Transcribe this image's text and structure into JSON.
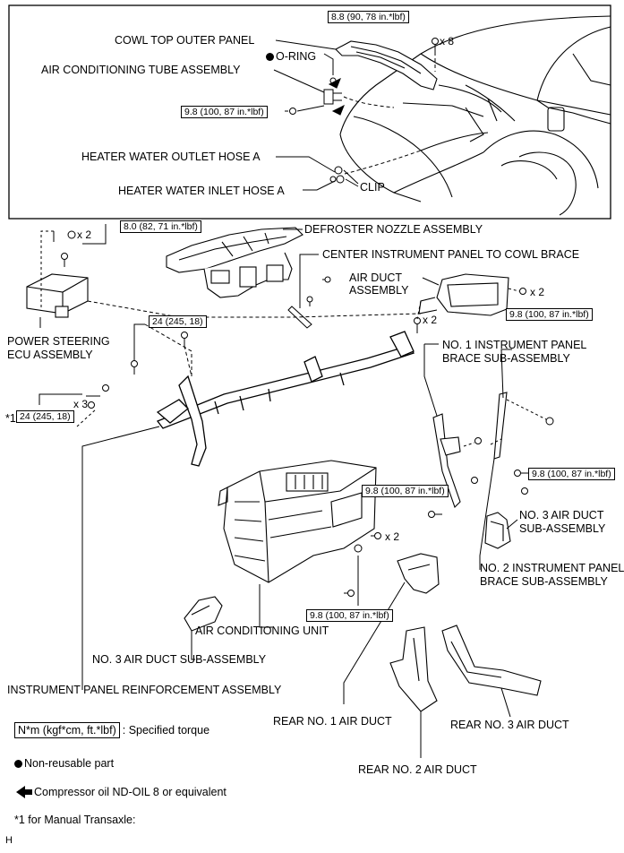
{
  "labels": {
    "cowl_top_outer_panel": "COWL TOP OUTER PANEL",
    "o_ring": "O-RING",
    "ac_tube_assembly": "AIR CONDITIONING TUBE ASSEMBLY",
    "heater_water_outlet_hose_a": "HEATER WATER OUTLET HOSE A",
    "heater_water_inlet_hose_a": "HEATER WATER INLET HOSE A",
    "clip": "CLIP",
    "defroster_nozzle_assembly": "DEFROSTER NOZZLE ASSEMBLY",
    "center_ip_to_cowl_brace": "CENTER INSTRUMENT PANEL TO COWL BRACE",
    "air_duct_assembly_line1": "AIR DUCT",
    "air_duct_assembly_line2": "ASSEMBLY",
    "power_steering_ecu_line1": "POWER STEERING",
    "power_steering_ecu_line2": "ECU ASSEMBLY",
    "no1_ip_brace_line1": "NO. 1 INSTRUMENT PANEL",
    "no1_ip_brace_line2": "BRACE SUB-ASSEMBLY",
    "no3_air_duct_right_line1": "NO. 3 AIR DUCT",
    "no3_air_duct_right_line2": "SUB-ASSEMBLY",
    "no2_ip_brace_line1": "NO. 2 INSTRUMENT PANEL",
    "no2_ip_brace_line2": "BRACE SUB-ASSEMBLY",
    "air_conditioning_unit": "AIR CONDITIONING UNIT",
    "no3_air_duct_left": "NO. 3 AIR DUCT SUB-ASSEMBLY",
    "ip_reinforcement": "INSTRUMENT PANEL REINFORCEMENT ASSEMBLY",
    "rear_no1_air_duct": "REAR NO. 1 AIR DUCT",
    "rear_no3_air_duct": "REAR NO. 3 AIR DUCT",
    "rear_no2_air_duct": "REAR NO. 2 AIR DUCT",
    "star1": "*1"
  },
  "torques": {
    "t_cowl": "8.8 (90, 78 in.*lbf)",
    "t_tube": "9.8 (100, 87 in.*lbf)",
    "t_ecu": "8.0 (82, 71 in.*lbf)",
    "t_reinf_top": "24 (245, 18)",
    "t_reinf_mt": "24 (245, 18)",
    "t_airduct": "9.8 (100, 87 in.*lbf)",
    "t_no2brace": "9.8 (100, 87 in.*lbf)",
    "t_no1brace": "9.8 (100, 87 in.*lbf)",
    "t_acunit": "9.8 (100, 87 in.*lbf)"
  },
  "quantities": {
    "q_cowl": "x 8",
    "q_ecu": "x 2",
    "q_airduct": "x 2",
    "q_reinf": "x 2",
    "q_mt": "x 3",
    "q_acunit": "x 2"
  },
  "legend": {
    "torque_box": "N*m (kgf*cm, ft.*lbf)",
    "torque_text": ": Specified torque",
    "nonreusable": "Non-reusable part",
    "compressor_oil": "Compressor oil ND-OIL 8 or equivalent",
    "manual_note": "*1 for Manual Transaxle:",
    "sheet_code": "H"
  }
}
